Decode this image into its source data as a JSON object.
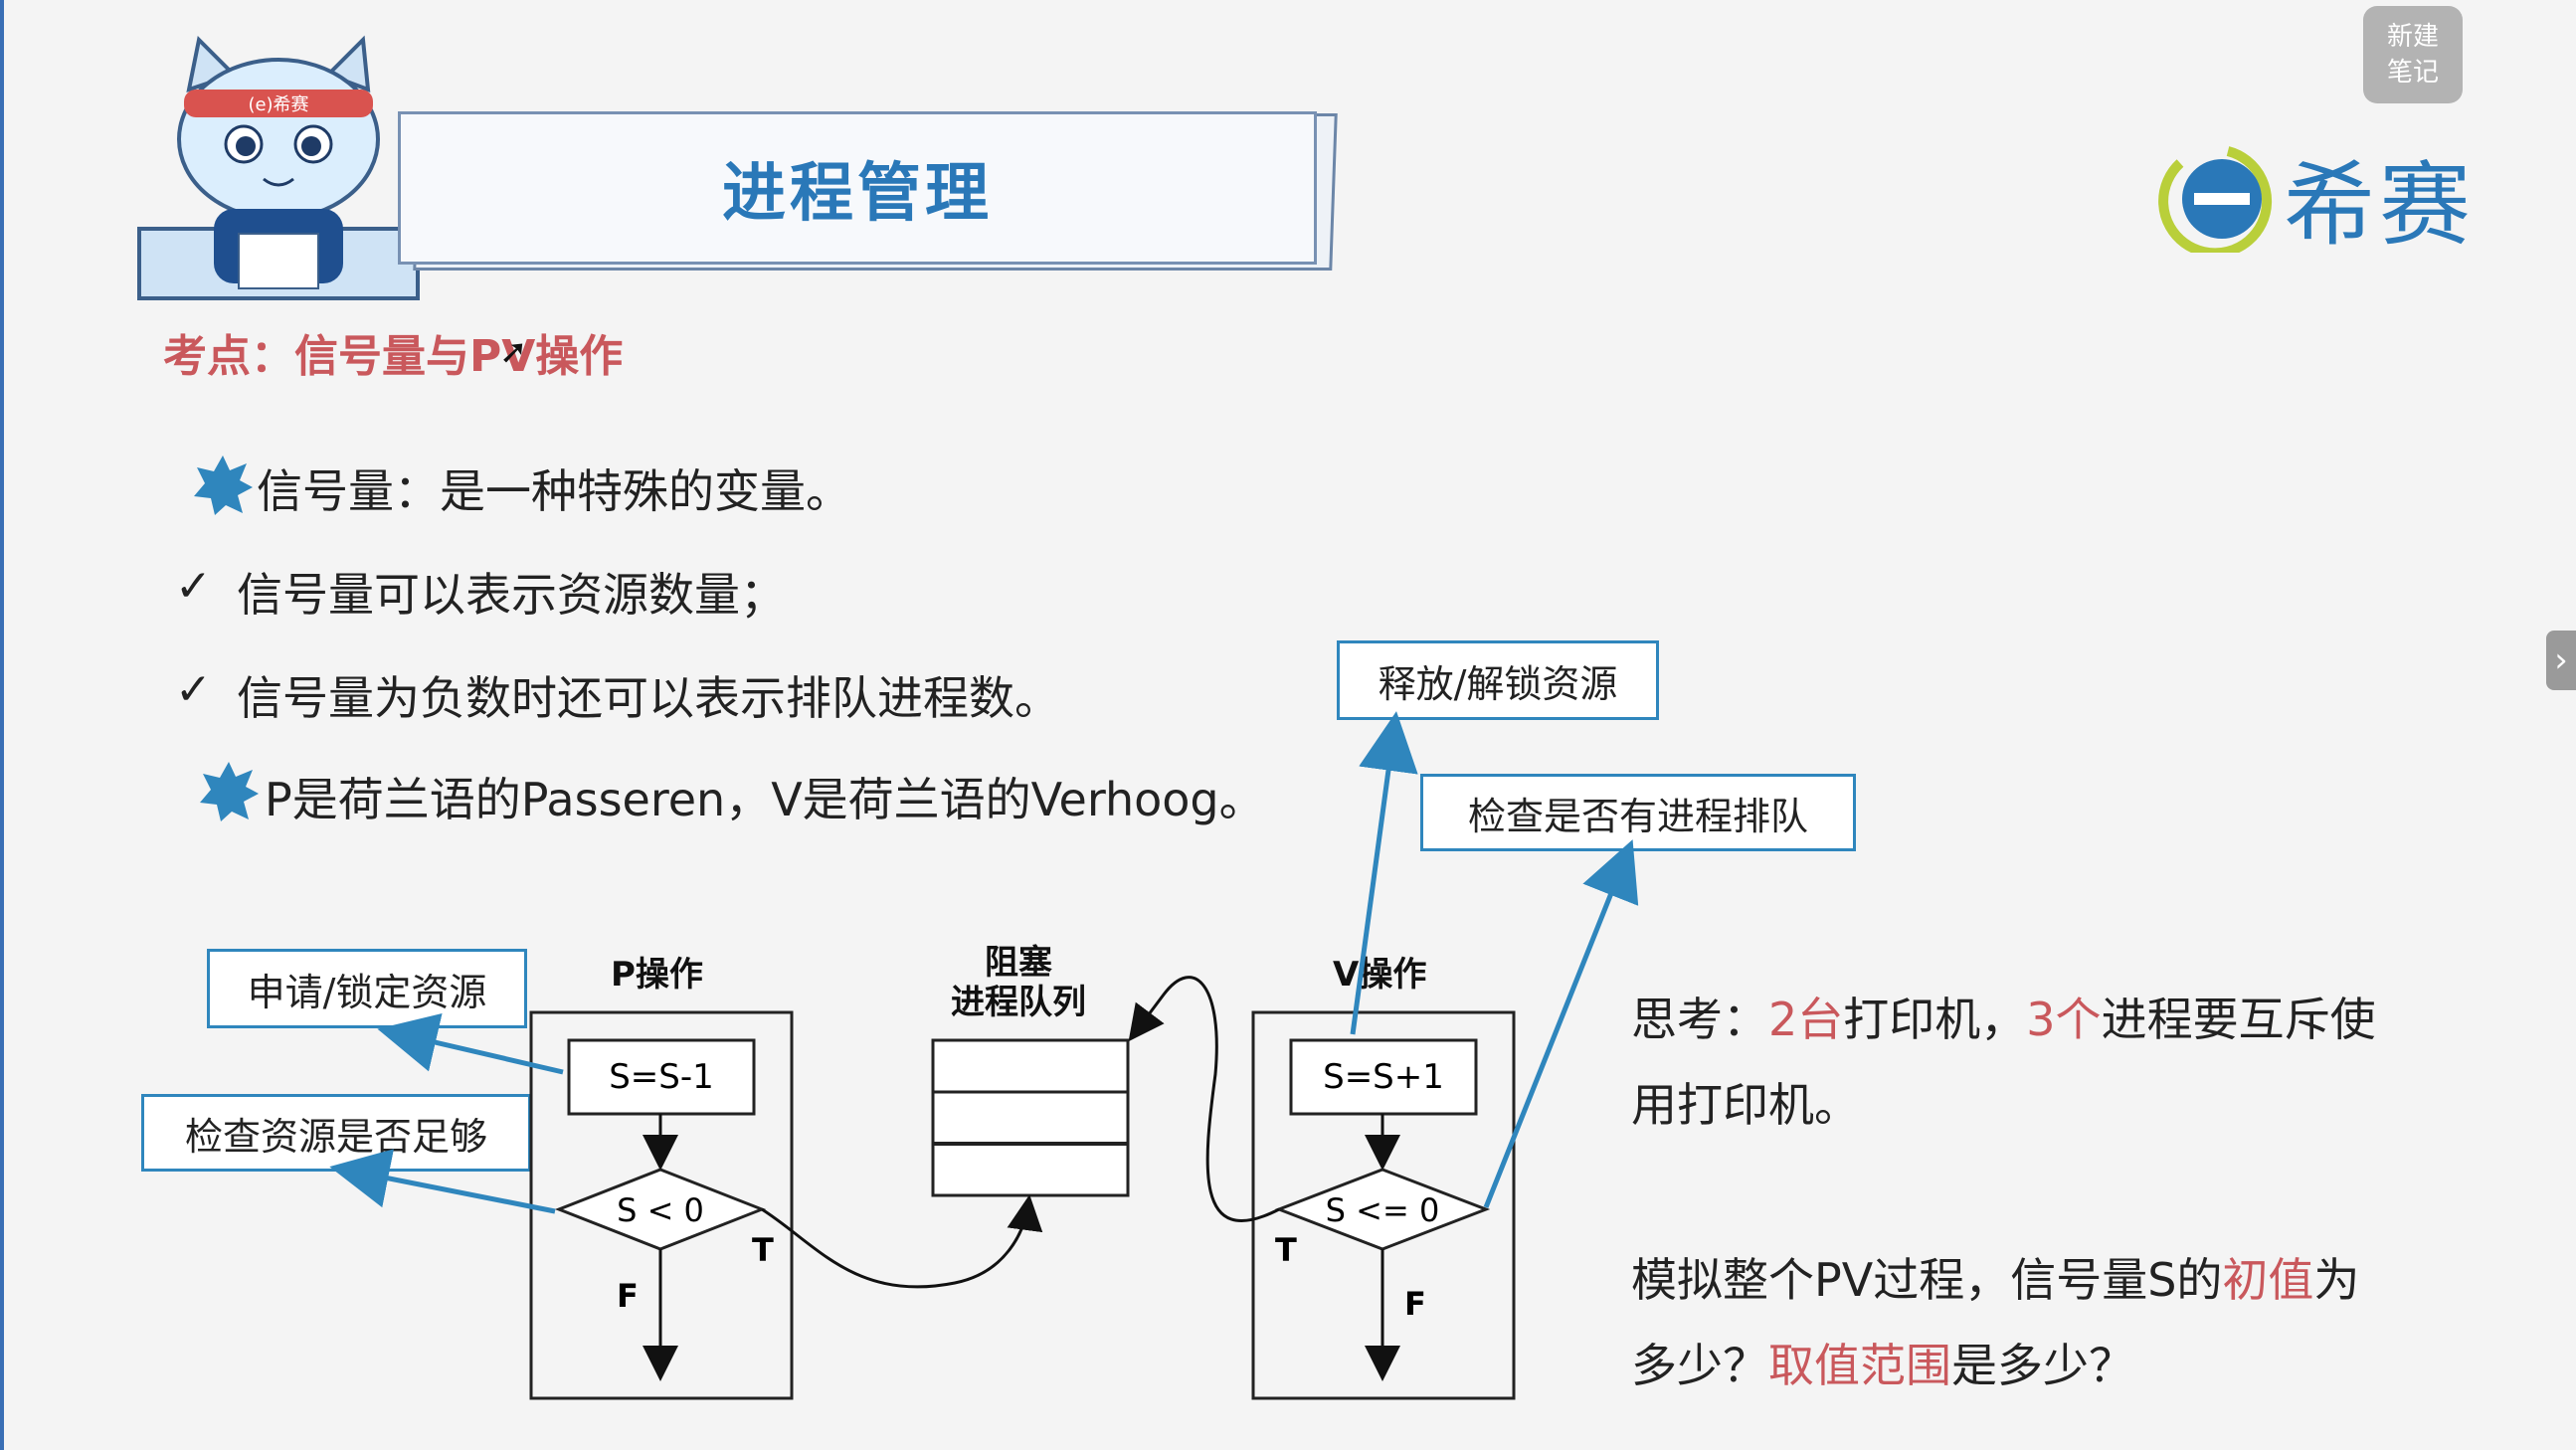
{
  "window": {
    "note_button": [
      "新建",
      "笔记"
    ],
    "side_arrow": "›"
  },
  "slide": {
    "title": "进程管理",
    "logo_text": "希赛",
    "topic": "考点：信号量与PV操作",
    "bullets": [
      {
        "marker": "star",
        "text": "信号量：是一种特殊的变量。"
      },
      {
        "marker": "check",
        "text": "信号量可以表示资源数量；"
      },
      {
        "marker": "check",
        "text": "信号量为负数时还可以表示排队进程数。"
      },
      {
        "marker": "star",
        "text": "P是荷兰语的Passeren，V是荷兰语的Verhoog。"
      }
    ],
    "diagram": {
      "p_title": "P操作",
      "p_step": "S=S-1",
      "p_cond": "S < 0",
      "blocked_title_1": "阻塞",
      "blocked_title_2": "进程队列",
      "v_title": "V操作",
      "v_step": "S=S+1",
      "v_cond": "S <= 0",
      "t_label": "T",
      "f_label": "F",
      "notes": {
        "apply": "申请/锁定资源",
        "check_enough": "检查资源是否足够",
        "release": "释放/解锁资源",
        "check_queue": "检查是否有进程排队"
      }
    },
    "think": {
      "line1_a": "思考：",
      "line1_b": "2台",
      "line1_c": "打印机，",
      "line1_d": "3个",
      "line1_e": "进程要互斥使",
      "line2": "用打印机。",
      "line3_a": "模拟整个PV过程，信号量S的",
      "line3_b": "初值",
      "line3_c": "为",
      "line4_a": "多少？",
      "line4_b": "取值范围",
      "line4_c": "是多少？"
    }
  },
  "colors": {
    "accent_blue": "#2a78b8",
    "note_border": "#2f86bd",
    "highlight_red": "#c9585c",
    "logo_green": "#b9cf3a"
  }
}
